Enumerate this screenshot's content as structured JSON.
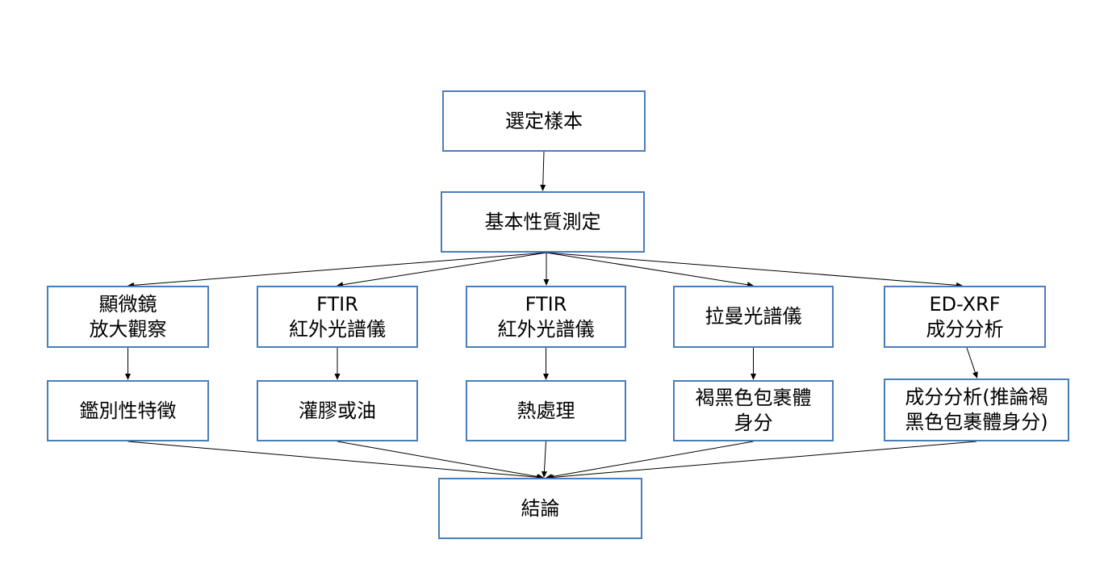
{
  "colors": {
    "node_border": "#4a7ebb",
    "edge": "#000000",
    "text": "#000000",
    "background": "#ffffff"
  },
  "nodes": {
    "select": {
      "lines": [
        "選定樣本"
      ]
    },
    "basic": {
      "lines": [
        "基本性質測定"
      ]
    },
    "micro": {
      "lines": [
        "顯微鏡",
        "放大觀察"
      ]
    },
    "ftir1": {
      "lines": [
        "FTIR",
        "紅外光譜儀"
      ]
    },
    "ftir2": {
      "lines": [
        "FTIR",
        "紅外光譜儀"
      ]
    },
    "raman": {
      "lines": [
        "拉曼光譜儀"
      ]
    },
    "edxrf": {
      "lines": [
        "ED-XRF",
        "成分分析"
      ]
    },
    "feat": {
      "lines": [
        "鑑別性特徵"
      ]
    },
    "glue": {
      "lines": [
        "灌膠或油"
      ]
    },
    "heat": {
      "lines": [
        "熱處理"
      ]
    },
    "brown1": {
      "lines": [
        "褐黑色包裹體",
        "身分"
      ]
    },
    "brown2": {
      "lines": [
        "成分分析(推論褐",
        "黑色包裹體身分)"
      ]
    },
    "concl": {
      "lines": [
        "結論"
      ]
    }
  },
  "edges": [
    {
      "from": "select",
      "to": "basic"
    },
    {
      "from": "basic",
      "to": "micro"
    },
    {
      "from": "basic",
      "to": "ftir1"
    },
    {
      "from": "basic",
      "to": "ftir2"
    },
    {
      "from": "basic",
      "to": "raman"
    },
    {
      "from": "basic",
      "to": "edxrf"
    },
    {
      "from": "micro",
      "to": "feat"
    },
    {
      "from": "ftir1",
      "to": "glue"
    },
    {
      "from": "ftir2",
      "to": "heat"
    },
    {
      "from": "raman",
      "to": "brown1"
    },
    {
      "from": "edxrf",
      "to": "brown2"
    },
    {
      "from": "feat",
      "to": "concl"
    },
    {
      "from": "glue",
      "to": "concl"
    },
    {
      "from": "heat",
      "to": "concl"
    },
    {
      "from": "brown1",
      "to": "concl"
    },
    {
      "from": "brown2",
      "to": "concl"
    }
  ]
}
